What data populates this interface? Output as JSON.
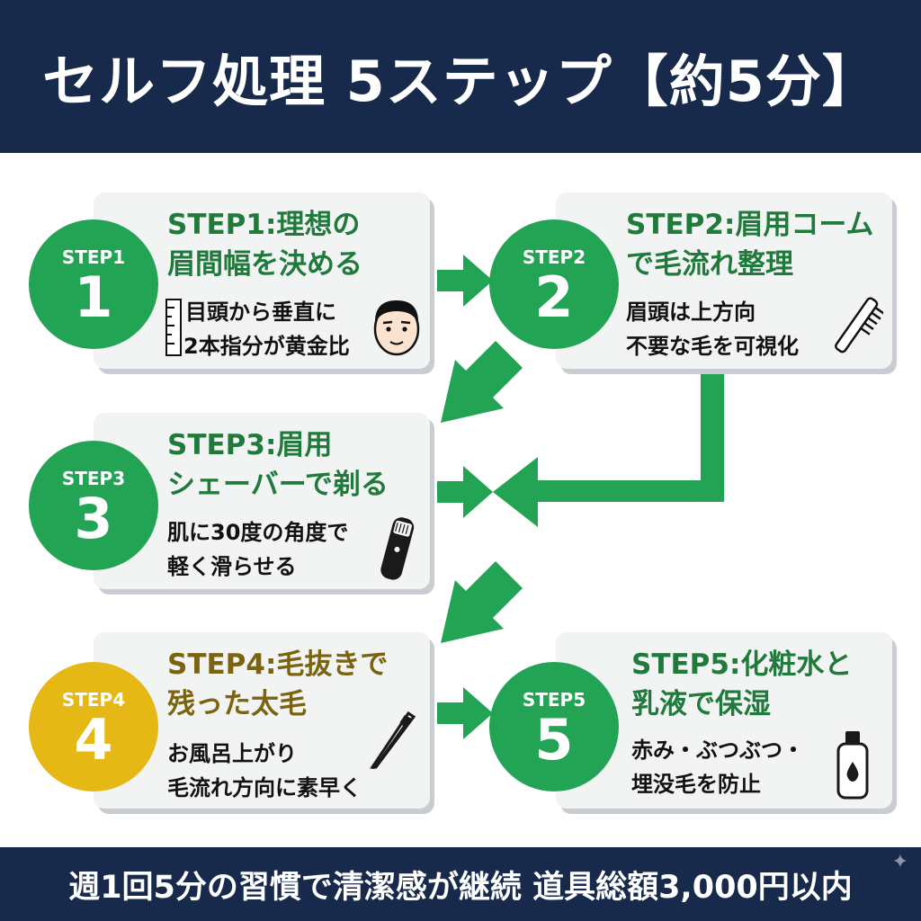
{
  "header": {
    "title": "セルフ処理 5ステップ【約5分】"
  },
  "steps": [
    {
      "badge": "STEP1",
      "number": "1",
      "title_line1": "STEP1:理想の",
      "title_line2": "眉間幅を決める",
      "body_line1": "目頭から垂直に",
      "body_line2": "2本指分が黄金比",
      "icon": "face-icon"
    },
    {
      "badge": "STEP2",
      "number": "2",
      "title_line1": "STEP2:眉用コーム",
      "title_line2": "で毛流れ整理",
      "body_line1": "眉頭は上方向",
      "body_line2": "不要な毛を可視化",
      "icon": "comb-icon"
    },
    {
      "badge": "STEP3",
      "number": "3",
      "title_line1": "STEP3:眉用",
      "title_line2": "シェーバーで剃る",
      "body_line1": "肌に30度の角度で",
      "body_line2": "軽く滑らせる",
      "icon": "shaver-icon"
    },
    {
      "badge": "STEP4",
      "number": "4",
      "title_line1": "STEP4:毛抜きで",
      "title_line2": "残った太毛",
      "body_line1": "お風呂上がり",
      "body_line2": "毛流れ方向に素早く",
      "icon": "tweezers-icon"
    },
    {
      "badge": "STEP5",
      "number": "5",
      "title_line1": "STEP5:化粧水と",
      "title_line2": "乳液で保湿",
      "body_line1": "赤み・ぶつぶつ・",
      "body_line2": "埋没毛を防止",
      "icon": "lotion-bottle-icon"
    }
  ],
  "footer": {
    "text": "週1回5分の習慣で清潔感が継続 道具総額3,000円以内"
  },
  "colors": {
    "navy": "#172a4c",
    "green": "#23a455",
    "gold": "#e5b815",
    "title_green": "#1f7a3c",
    "title_gold": "#7a6410"
  }
}
